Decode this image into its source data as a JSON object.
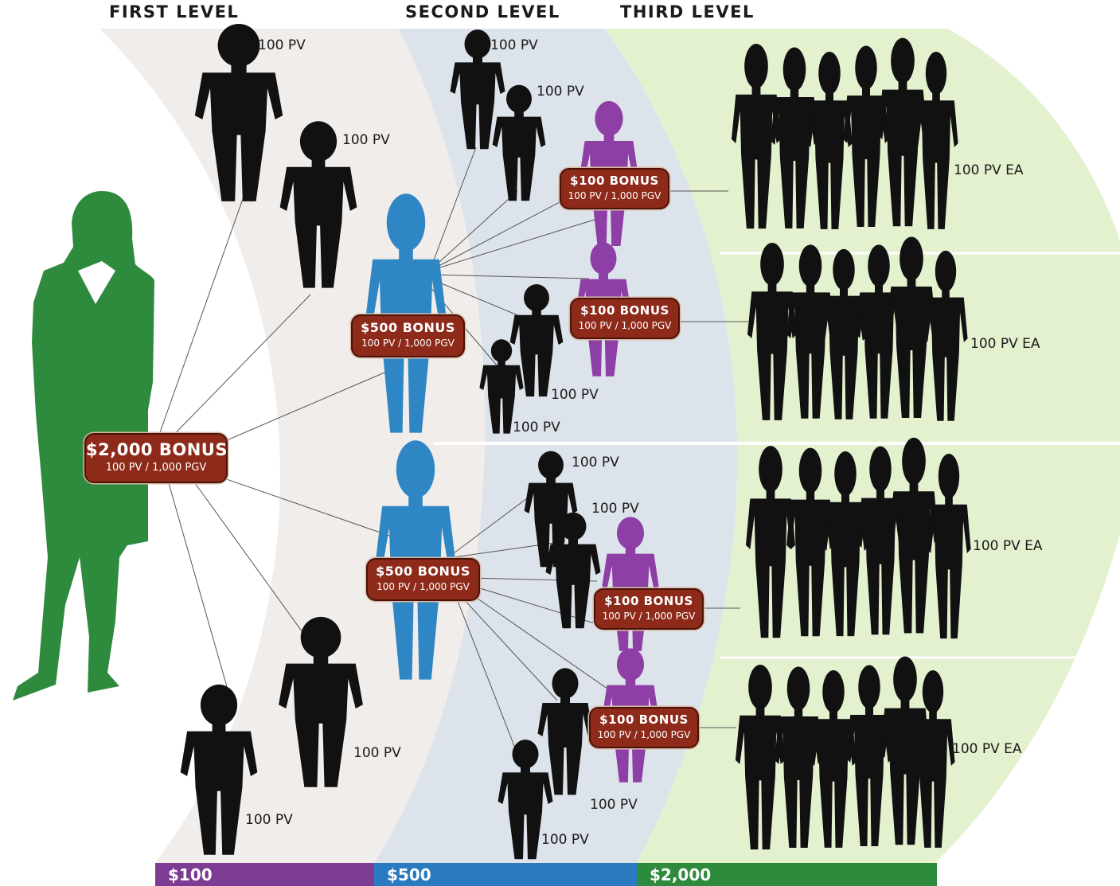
{
  "levels": {
    "first": "FIRST LEVEL",
    "second": "SECOND LEVEL",
    "third": "THIRD LEVEL"
  },
  "pv_labels": {
    "pv": "100 PV",
    "pv_each": "100 PV EA"
  },
  "bonuses": {
    "top": {
      "title": "$2,000 BONUS",
      "sub": "100 PV / 1,000 PGV"
    },
    "second_upper": {
      "title": "$500 BONUS",
      "sub": "100 PV / 1,000 PGV"
    },
    "second_lower": {
      "title": "$500 BONUS",
      "sub": "100 PV / 1,000 PGV"
    },
    "third_1": {
      "title": "$100 BONUS",
      "sub": "100 PV / 1,000 PGV"
    },
    "third_2": {
      "title": "$100 BONUS",
      "sub": "100 PV / 1,000 PGV"
    },
    "third_3": {
      "title": "$100 BONUS",
      "sub": "100 PV / 1,000 PGV"
    },
    "third_4": {
      "title": "$100 BONUS",
      "sub": "100 PV / 1,000 PGV"
    }
  },
  "bottom_bar": {
    "first": "$100",
    "second": "$500",
    "third": "$2,000"
  },
  "colors": {
    "leader": "#2e8b3e",
    "second_level_figure": "#2f86c4",
    "third_level_figure": "#8e3fa5",
    "bonus_badge": "#8e2a1a",
    "band_first": "#f1edeb",
    "band_second": "#dde3ea",
    "band_third": "#e3f1cf",
    "bar_first": "#7d3b93",
    "bar_second": "#2a7ac0",
    "bar_third": "#2e8b3e"
  },
  "icons": {
    "leader": "woman-silhouette-icon",
    "member": "person-silhouette-icon",
    "group": "group-silhouette-icon"
  }
}
